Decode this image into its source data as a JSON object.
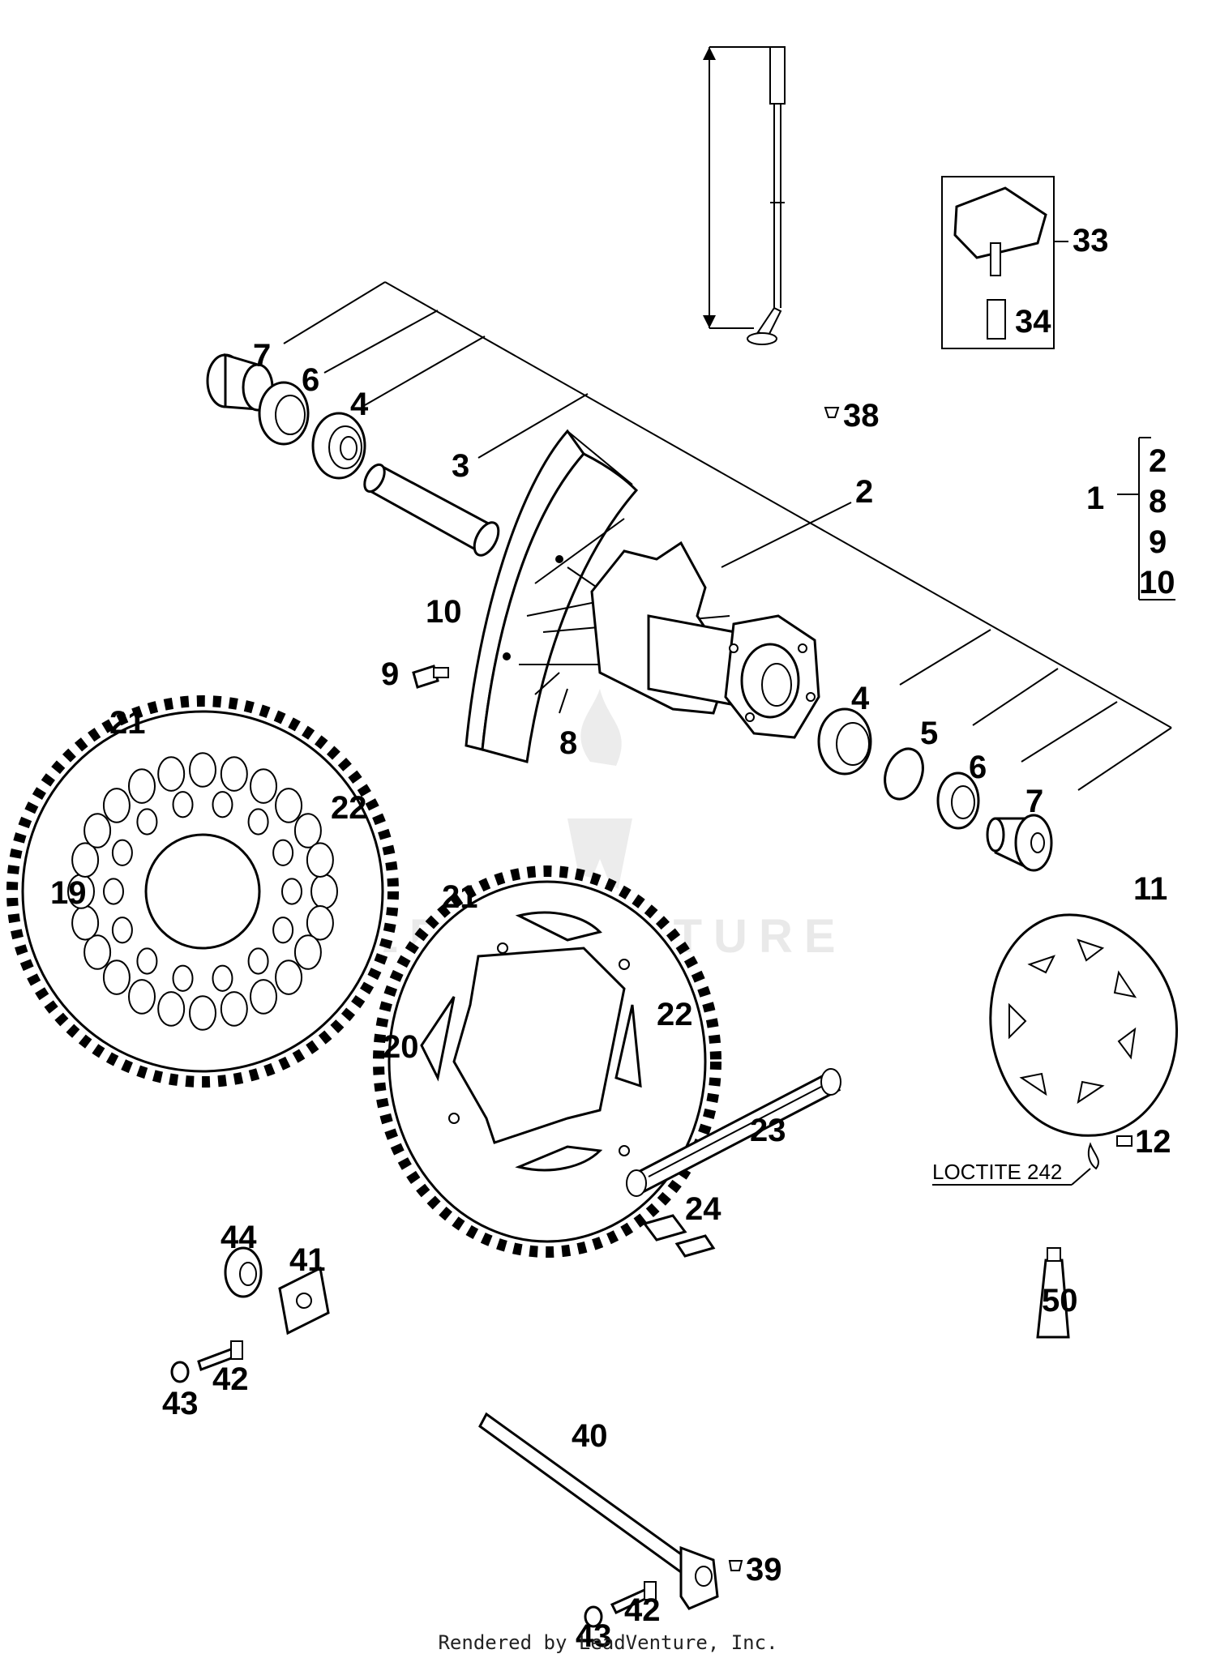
{
  "diagram": {
    "callouts": {
      "c1": "1",
      "c2": "2",
      "c3": "3",
      "c4a": "4",
      "c4b": "4",
      "c5": "5",
      "c6a": "6",
      "c6b": "6",
      "c7a": "7",
      "c7b": "7",
      "c8": "8",
      "c9": "9",
      "c10": "10",
      "c11": "11",
      "c12": "12",
      "c19": "19",
      "c20": "20",
      "c21a": "21",
      "c21b": "21",
      "c22a": "22",
      "c22b": "22",
      "c23": "23",
      "c24": "24",
      "c33": "33",
      "c34": "34",
      "c38": "38",
      "c39": "39",
      "c40": "40",
      "c41": "41",
      "c42a": "42",
      "c42b": "42",
      "c43a": "43",
      "c43b": "43",
      "c44": "44",
      "c50": "50"
    },
    "kit_bracket": [
      "2",
      "8",
      "9",
      "10"
    ],
    "note": "LOCTITE 242",
    "watermark": "LEADVENTURE"
  },
  "footer": "Rendered by LeadVenture, Inc."
}
